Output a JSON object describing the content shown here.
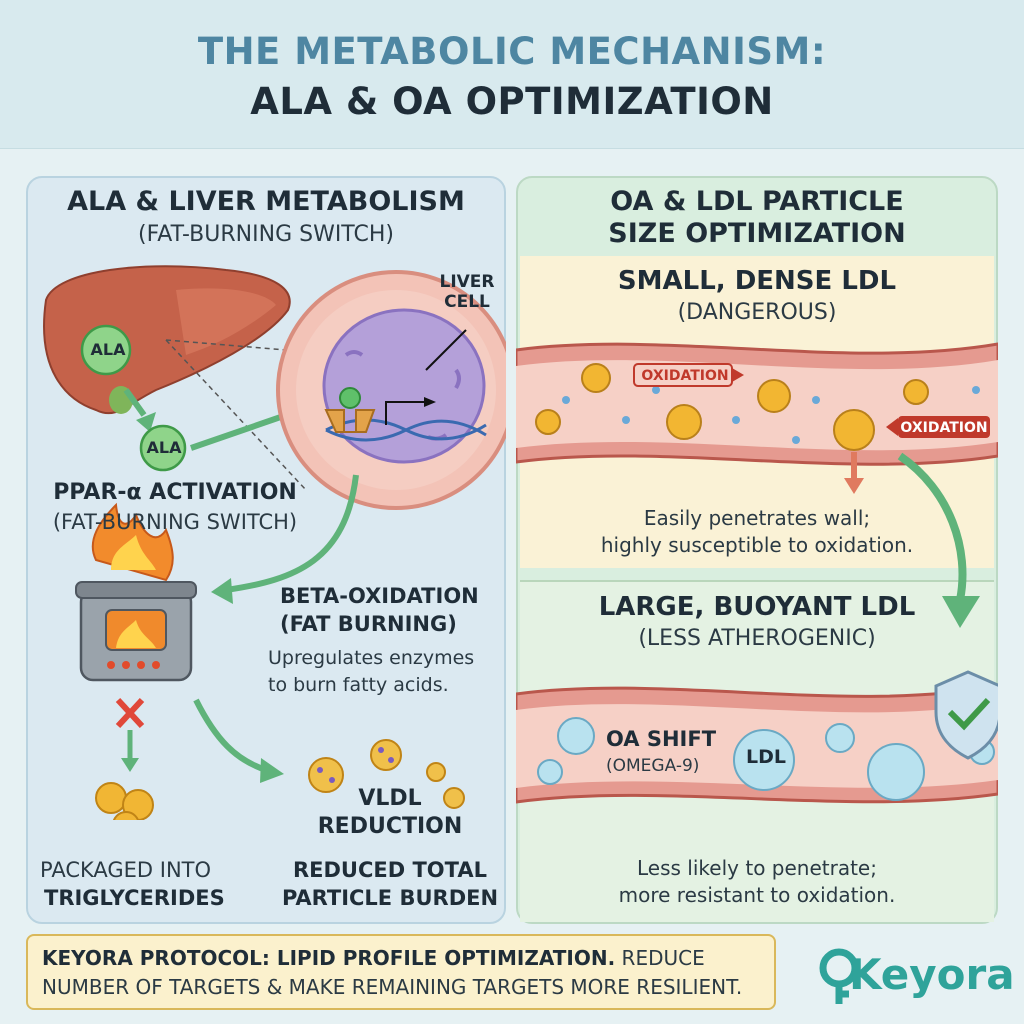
{
  "header": {
    "title_line1": "THE METABOLIC MECHANISM:",
    "title_line2": "ALA & OA OPTIMIZATION"
  },
  "left": {
    "heading": "ALA & LIVER METABOLISM",
    "subheading": "(FAT-BURNING SWITCH)",
    "ala_label": "ALA",
    "ala_label_2": "ALA",
    "liver_cell_label": "LIVER CELL",
    "ppar_title": "PPAR-α ACTIVATION",
    "ppar_sub": "(FAT-BURNING SWITCH)",
    "beta_title_1": "BETA-OXIDATION",
    "beta_title_2": "(FAT BURNING)",
    "beta_desc_1": "Upregulates enzymes",
    "beta_desc_2": "to burn fatty acids.",
    "vldl_1": "VLDL",
    "vldl_2": "REDUCTION",
    "packaged_1": "PACKAGED INTO",
    "packaged_2": "TRIGLYCERIDES",
    "reduced_1": "REDUCED TOTAL",
    "reduced_2": "PARTICLE BURDEN"
  },
  "right": {
    "heading_1": "OA & LDL PARTICLE",
    "heading_2": "SIZE OPTIMIZATION",
    "dense_title": "SMALL, DENSE LDL",
    "dense_sub": "(DANGEROUS)",
    "oxidation_tag_1": "OXIDATION",
    "oxidation_tag_2": "OXIDATION",
    "dense_desc_1": "Easily penetrates wall;",
    "dense_desc_2": "highly susceptible to oxidation.",
    "buoyant_title": "LARGE, BUOYANT LDL",
    "buoyant_sub": "(LESS ATHEROGENIC)",
    "oa_shift": "OA SHIFT",
    "omega": "(OMEGA-9)",
    "ldl_label": "LDL",
    "buoyant_desc_1": "Less likely to penetrate;",
    "buoyant_desc_2": "more resistant to oxidation."
  },
  "footer": {
    "bold_text": "KEYORA PROTOCOL: LIPID PROFILE OPTIMIZATION.",
    "rest_text": " REDUCE NUMBER OF TARGETS & MAKE REMAINING TARGETS MORE RESILIENT."
  },
  "logo": {
    "text": "Keyora"
  },
  "colors": {
    "accent_green": "#5fb37a",
    "teal": "#2fa39a",
    "title_blue": "#4e86a2",
    "oxidation_red": "#c0392b"
  }
}
